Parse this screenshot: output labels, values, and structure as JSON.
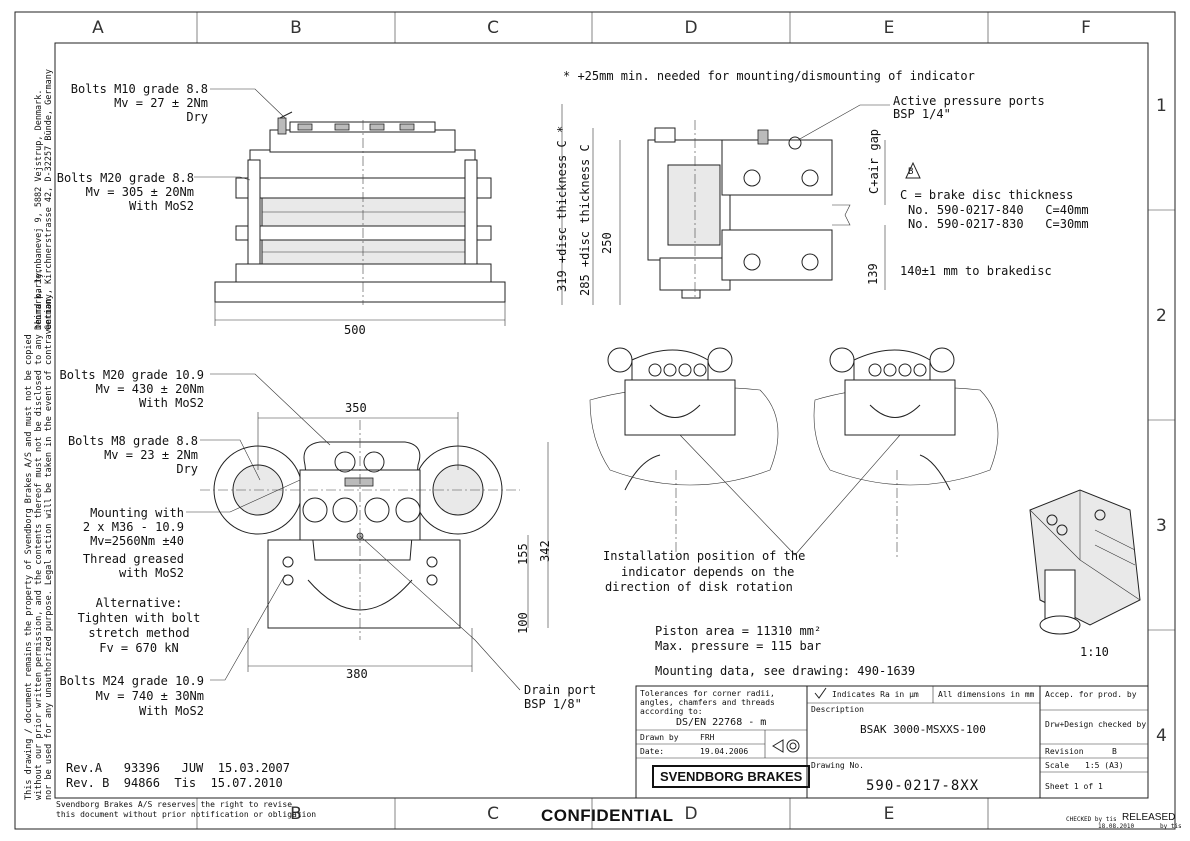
{
  "grid": {
    "columns": [
      "A",
      "B",
      "C",
      "D",
      "E",
      "F"
    ],
    "rows": [
      "1",
      "2",
      "3",
      "4"
    ]
  },
  "notes": {
    "mounting_note": "* +25mm min. needed for mounting/dismounting of indicator",
    "active_ports": [
      "Active pressure ports",
      "BSP 1/4\""
    ],
    "bolts_m10": [
      "Bolts M10 grade 8.8",
      "Mv = 27 ± 2Nm",
      "Dry"
    ],
    "bolts_m20_88": [
      "Bolts M20 grade 8.8",
      "Mv = 305 ± 20Nm",
      "With MoS2"
    ],
    "bolts_m20_109": [
      "Bolts M20 grade 10.9",
      "Mv = 430 ± 20Nm",
      "With MoS2"
    ],
    "bolts_m8": [
      "Bolts M8 grade 8.8",
      "Mv = 23 ± 2Nm",
      "Dry"
    ],
    "mounting_with": [
      "Mounting with",
      "2 x M36 - 10.9",
      "Mv=2560Nm ±40",
      "Thread greased",
      "with MoS2"
    ],
    "alternative": [
      "Alternative:",
      "Tighten with bolt",
      "stretch method",
      "Fv = 670 kN"
    ],
    "bolts_m24": [
      "Bolts M24 grade 10.9",
      "Mv = 740 ± 30Nm",
      "With MoS2"
    ],
    "drain_port": [
      "Drain port",
      "BSP 1/8\""
    ],
    "disc_thickness": [
      "C = brake disc thickness",
      "No. 590-0217-840   C=40mm",
      "No. 590-0217-830   C=30mm"
    ],
    "brakedisc_distance": "140±1 mm to brakedisc",
    "installation": [
      "Installation position of the",
      "indicator depends on the",
      "direction of disk rotation"
    ],
    "piston": [
      "Piston area = 11310 mm²",
      "Max. pressure = 115 bar"
    ],
    "mounting_data": "Mounting data, see drawing: 490-1639",
    "scale_3d": "1:10",
    "revisions": [
      "Rev.A   93396   JUW  15.03.2007",
      "Rev. B  94866  Tis  15.07.2010"
    ],
    "reserves": [
      "Svendborg Brakes A/S reserves the right to revise",
      "this document without prior notification or obligation"
    ],
    "confidential": "CONFIDENTIAL",
    "side_text": [
      "This drawing / document remains the property of Svendborg Brakes A/S and must not be copied",
      "without our prior written permission, and the contents thereof must not be disclosed to any third party,",
      "nor be used for any unauthorized purpose. Legal action will be taken in the event of contravention."
    ],
    "side_address": [
      "Denmark, Jernbanevej 9, 5882 Vejstrup, Denmark.",
      "Germany, Kirchnerstrasse 42, D-32257 Bünde, Germany"
    ],
    "warning_badge": "B"
  },
  "dimensions": {
    "width_500": "500",
    "width_350": "350",
    "width_380": "380",
    "height_342": "342",
    "height_155": "155",
    "height_100": "100",
    "height_250": "250",
    "height_139": "139",
    "c_air_gap": "C+air gap",
    "disc_319": "319 +disc thickness C *",
    "disc_285": "285 +disc thickness C"
  },
  "title_block": {
    "tolerances": [
      "Tolerances for corner radii,",
      "angles, chamfers and threads",
      "according to:"
    ],
    "tolerance_std": "DS/EN 22768 - m",
    "indicates_ra": "Indicates Ra in µm",
    "all_dimensions": "All dimensions in mm",
    "accepted_by": "Accep. for prod. by",
    "description_label": "Description",
    "description": "BSAK 3000-MSXXS-100",
    "drawn_by_label": "Drawn by",
    "drawn_by": "FRH",
    "date_label": "Date:",
    "date": "19.04.2006",
    "drw_design": "Drw+Design checked by",
    "revision_label": "Revision",
    "revision": "B",
    "scale_label": "Scale",
    "scale": "1:5 (A3)",
    "drawing_no_label": "Drawing No.",
    "drawing_no": "590-0217-8XX",
    "sheet": "Sheet 1 of 1",
    "brand": "SVENDBORG BRAKES"
  },
  "stamp": {
    "checked_by": "CHECKED by tis",
    "checked_date": "18.08.2010",
    "released": "RELEASED",
    "released_by": "by tis"
  }
}
